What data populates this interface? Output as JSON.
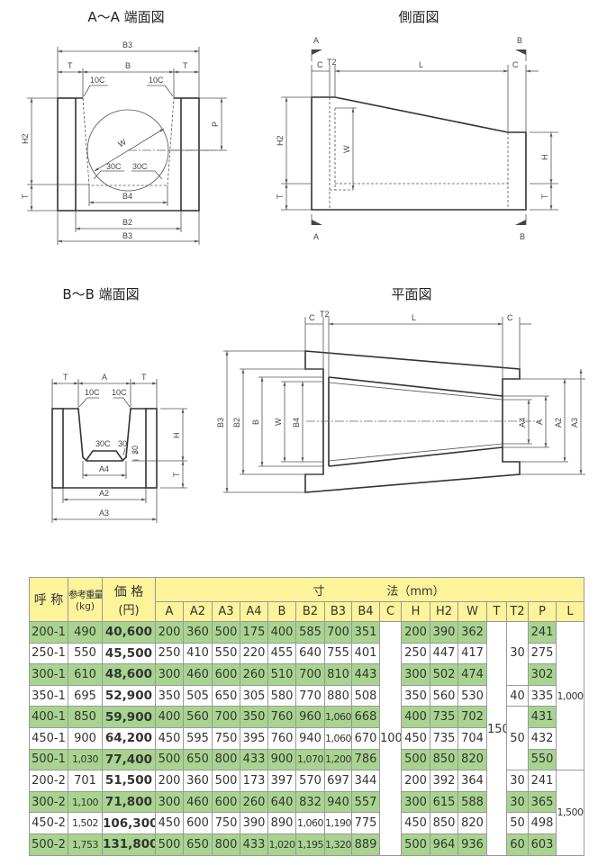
{
  "titles": {
    "aa": "A～A 端面図",
    "side": "側面図",
    "bb": "B～B 端面図",
    "plan": "平面図"
  },
  "labels": {
    "A": "A",
    "A2": "A2",
    "A3": "A3",
    "A4": "A4",
    "B": "B",
    "B2": "B2",
    "B3": "B3",
    "B4": "B4",
    "C": "C",
    "H": "H",
    "H2": "H2",
    "T": "T",
    "T2": "T2",
    "W": "W",
    "P": "P",
    "L": "L",
    "c10": "10C",
    "c30": "30C",
    "n30": "30"
  },
  "table": {
    "header": {
      "name": "呼 称",
      "weight_top": "参考重量",
      "weight_unit": "(kg)",
      "price_top": "価 格",
      "price_unit": "(円)",
      "dim_a": "寸",
      "dim_b": "法（mm）",
      "columns": [
        "A",
        "A2",
        "A3",
        "A4",
        "B",
        "B2",
        "B3",
        "B4",
        "C",
        "H",
        "H2",
        "W",
        "T",
        "T2",
        "P",
        "L"
      ]
    },
    "rows": [
      {
        "name": "200-1",
        "weight": "490",
        "price": "40,600",
        "A": "200",
        "A2": "360",
        "A3": "500",
        "A4": "175",
        "B": "400",
        "B2": "585",
        "B3": "700",
        "B4": "351",
        "H": "200",
        "H2": "390",
        "W": "362",
        "P": "241"
      },
      {
        "name": "250-1",
        "weight": "550",
        "price": "45,500",
        "A": "250",
        "A2": "410",
        "A3": "550",
        "A4": "220",
        "B": "455",
        "B2": "640",
        "B3": "755",
        "B4": "401",
        "H": "250",
        "H2": "447",
        "W": "417",
        "P": "275"
      },
      {
        "name": "300-1",
        "weight": "610",
        "price": "48,600",
        "A": "300",
        "A2": "460",
        "A3": "600",
        "A4": "260",
        "B": "510",
        "B2": "700",
        "B3": "810",
        "B4": "443",
        "H": "300",
        "H2": "502",
        "W": "474",
        "P": "302"
      },
      {
        "name": "350-1",
        "weight": "695",
        "price": "52,900",
        "A": "350",
        "A2": "505",
        "A3": "650",
        "A4": "305",
        "B": "580",
        "B2": "770",
        "B3": "880",
        "B4": "508",
        "H": "350",
        "H2": "560",
        "W": "530",
        "P": "335"
      },
      {
        "name": "400-1",
        "weight": "850",
        "price": "59,900",
        "A": "400",
        "A2": "560",
        "A3": "700",
        "A4": "350",
        "B": "760",
        "B2": "960",
        "B3": "1,060",
        "B4": "668",
        "H": "400",
        "H2": "735",
        "W": "702",
        "P": "431"
      },
      {
        "name": "450-1",
        "weight": "900",
        "price": "64,200",
        "A": "450",
        "A2": "595",
        "A3": "750",
        "A4": "395",
        "B": "760",
        "B2": "940",
        "B3": "1,060",
        "B4": "670",
        "H": "450",
        "H2": "735",
        "W": "704",
        "P": "432"
      },
      {
        "name": "500-1",
        "weight": "1,030",
        "price": "77,400",
        "A": "500",
        "A2": "650",
        "A3": "800",
        "A4": "433",
        "B": "900",
        "B2": "1,070",
        "B3": "1,200",
        "B4": "786",
        "H": "500",
        "H2": "850",
        "W": "820",
        "P": "550"
      },
      {
        "name": "200-2",
        "weight": "701",
        "price": "51,500",
        "A": "200",
        "A2": "360",
        "A3": "500",
        "A4": "173",
        "B": "397",
        "B2": "570",
        "B3": "697",
        "B4": "344",
        "H": "200",
        "H2": "392",
        "W": "364",
        "P": "241"
      },
      {
        "name": "300-2",
        "weight": "1,100",
        "price": "71,800",
        "A": "300",
        "A2": "460",
        "A3": "600",
        "A4": "260",
        "B": "640",
        "B2": "832",
        "B3": "940",
        "B4": "557",
        "H": "300",
        "H2": "615",
        "W": "588",
        "P": "365"
      },
      {
        "name": "450-2",
        "weight": "1,502",
        "price": "106,300",
        "A": "450",
        "A2": "600",
        "A3": "750",
        "A4": "390",
        "B": "890",
        "B2": "1,060",
        "B3": "1,190",
        "B4": "775",
        "H": "450",
        "H2": "850",
        "W": "820",
        "P": "498"
      },
      {
        "name": "500-2",
        "weight": "1,753",
        "price": "131,800",
        "A": "500",
        "A2": "650",
        "A3": "800",
        "A4": "433",
        "B": "1,020",
        "B2": "1,195",
        "B3": "1,320",
        "B4": "889",
        "H": "500",
        "H2": "964",
        "W": "936",
        "P": "603"
      }
    ],
    "C": "100",
    "T": "150",
    "T2_groups": [
      {
        "value": "30",
        "span": 3
      },
      {
        "value": "40",
        "span": 1
      },
      {
        "value": "50",
        "span": 3
      },
      {
        "value": "30",
        "span": 1
      },
      {
        "value": "30",
        "span": 1
      },
      {
        "value": "50",
        "span": 1
      },
      {
        "value": "60",
        "span": 1
      }
    ],
    "L_groups": [
      {
        "value": "1,000",
        "span": 7
      },
      {
        "value": "1,500",
        "span": 4
      }
    ],
    "colors": {
      "header": "#fcf39b",
      "green": "#a9d490"
    }
  }
}
